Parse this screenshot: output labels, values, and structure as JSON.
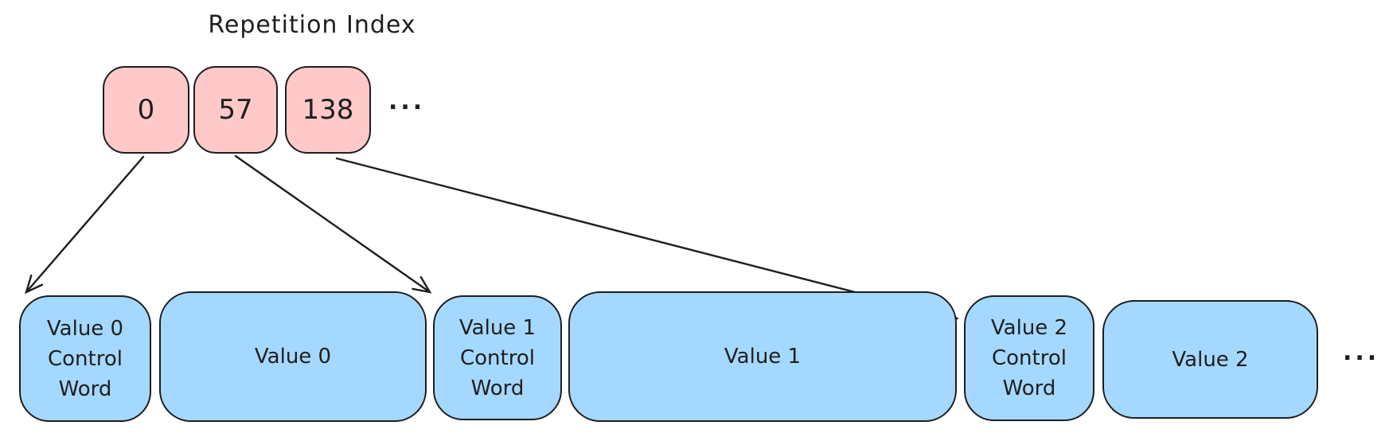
{
  "title": "Repetition Index",
  "index_row": {
    "items": [
      "0",
      "57",
      "138"
    ],
    "ellipsis": "..."
  },
  "stream_row": {
    "blocks": [
      {
        "label": "Value 0 Control Word",
        "kind": "control"
      },
      {
        "label": "Value 0",
        "kind": "value"
      },
      {
        "label": "Value 1 Control Word",
        "kind": "control"
      },
      {
        "label": "Value 1",
        "kind": "value"
      },
      {
        "label": "Value 2 Control Word",
        "kind": "control"
      },
      {
        "label": "Value 2",
        "kind": "value"
      }
    ],
    "ellipsis": "..."
  },
  "arrows": [
    {
      "from": "0",
      "to": "Value 0 Control Word"
    },
    {
      "from": "57",
      "to": "Value 1 Control Word"
    },
    {
      "from": "138",
      "to": "Value 2 Control Word"
    }
  ],
  "colors": {
    "stroke": "#1e1e1e",
    "index_fill": "#ffc9c9",
    "value_fill": "#a5d8ff",
    "background": "#ffffff"
  }
}
